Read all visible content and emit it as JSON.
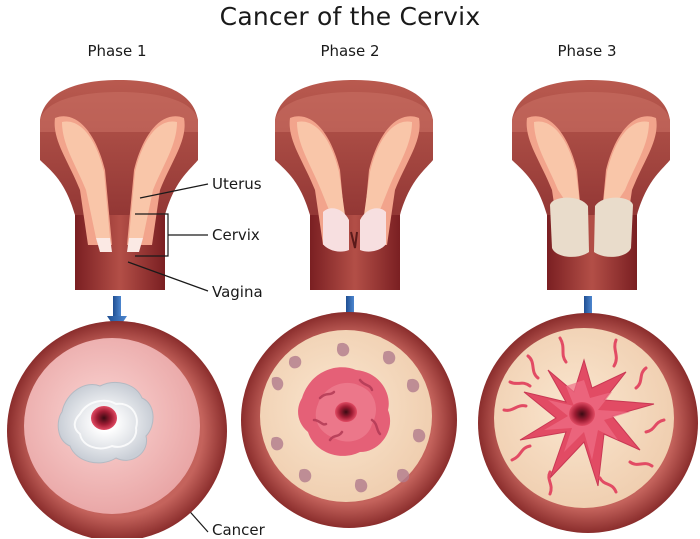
{
  "title": "Cancer of the Cervix",
  "phases": [
    {
      "label": "Phase 1"
    },
    {
      "label": "Phase 2"
    },
    {
      "label": "Phase 3"
    }
  ],
  "anatomy_labels": {
    "uterus": "Uterus",
    "cervix": "Cervix",
    "vagina": "Vagina",
    "cancer": "Cancer"
  },
  "colors": {
    "tissue_dark": "#8e2a2a",
    "tissue_mid": "#b9534c",
    "tissue_light": "#efc4a6",
    "cavity_pink": "#f6b3a2",
    "lesion_red": "#e24b64",
    "lesion_white": "#eceff3",
    "arrow_blue": "#2b67b3"
  }
}
